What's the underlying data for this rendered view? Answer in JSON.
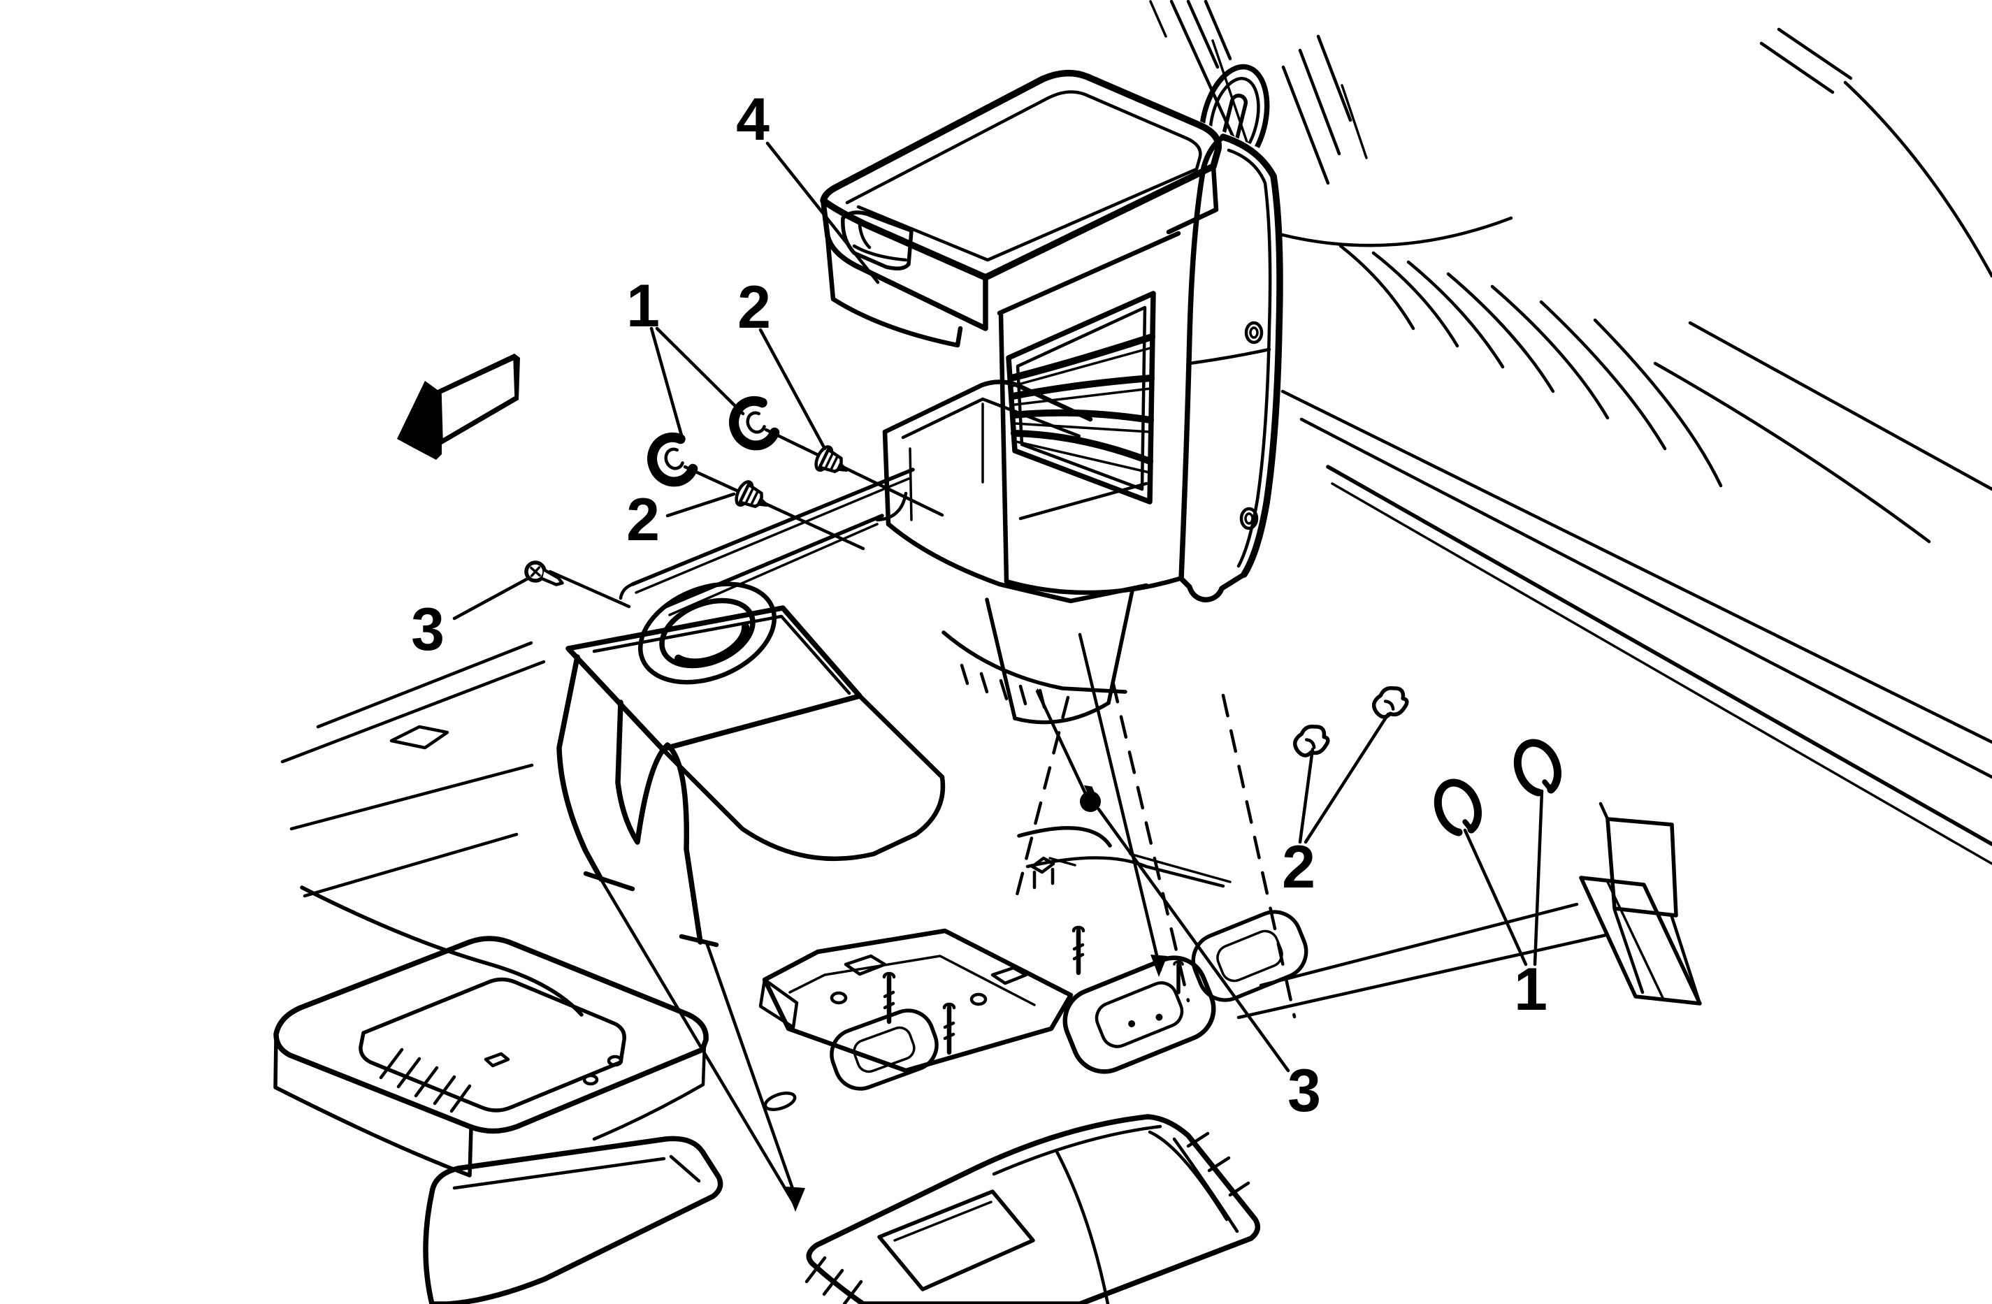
{
  "figure": {
    "type": "exploded-parts-diagram",
    "subject_visible_text_only": true,
    "background_color": "#ffffff",
    "line_color": "#000000"
  },
  "callouts": [
    {
      "label": "4"
    },
    {
      "label": "1"
    },
    {
      "label": "2"
    },
    {
      "label": "2"
    },
    {
      "label": "3"
    },
    {
      "label": "2"
    },
    {
      "label": "1"
    },
    {
      "label": "3"
    }
  ],
  "icons": {
    "front_direction_arrow": "front-direction-arrow"
  }
}
